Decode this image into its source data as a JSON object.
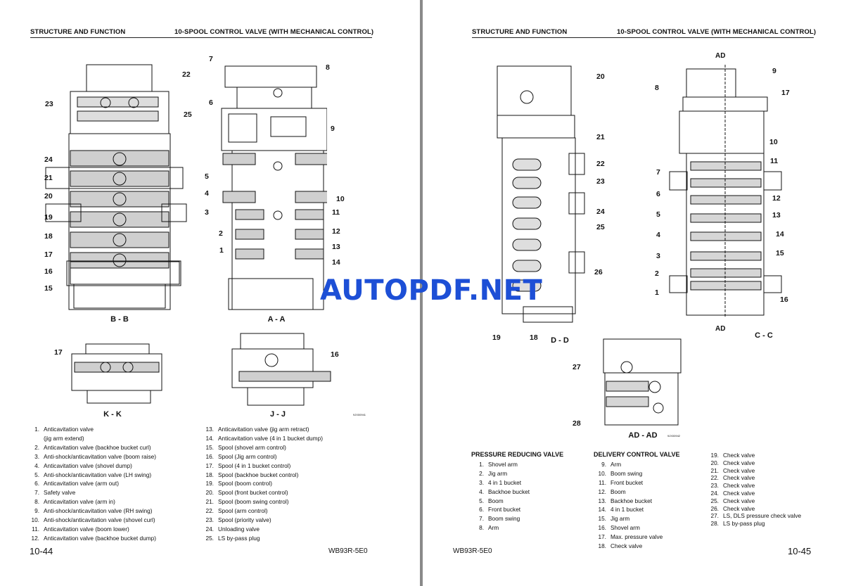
{
  "left_page": {
    "header_left": "STRUCTURE AND FUNCTION",
    "header_right": "10-SPOOL CONTROL VALVE (WITH MECHANICAL CONTROL)",
    "page_number": "10-44",
    "model": "WB93R-5E0",
    "section_labels": {
      "bb": "B - B",
      "aa": "A - A",
      "kk": "K - K",
      "jj": "J - J"
    },
    "callouts_bb": [
      "22",
      "23",
      "25",
      "24",
      "21",
      "20",
      "19",
      "18",
      "17",
      "16",
      "15"
    ],
    "callouts_aa": [
      "7",
      "8",
      "6",
      "9",
      "5",
      "4",
      "3",
      "10",
      "11",
      "2",
      "12",
      "1",
      "13",
      "14"
    ],
    "callouts_kk": [
      "17"
    ],
    "callouts_jj": [
      "16"
    ],
    "fig_code": "9JX00941",
    "legend_col1": [
      {
        "n": "1.",
        "t": "Anticavitation valve"
      },
      {
        "n": "",
        "t": "(jig arm extend)"
      },
      {
        "n": "2.",
        "t": "Anticavitation valve (backhoe bucket curl)"
      },
      {
        "n": "3.",
        "t": "Anti-shock/anticavitation valve (boom raise)"
      },
      {
        "n": "4.",
        "t": "Anticavitation valve (shovel dump)"
      },
      {
        "n": "5.",
        "t": "Anti-shock/anticavitation valve (LH swing)"
      },
      {
        "n": "6.",
        "t": "Anticavitation valve (arm out)"
      },
      {
        "n": "7.",
        "t": "Safety valve"
      },
      {
        "n": "8.",
        "t": "Anticavitation valve (arm in)"
      },
      {
        "n": "9.",
        "t": "Anti-shock/anticavitation valve (RH swing)"
      },
      {
        "n": "10.",
        "t": "Anti-shock/anticavitation valve (shovel curl)"
      },
      {
        "n": "11.",
        "t": "Anticavitation valve (boom lower)"
      },
      {
        "n": "12.",
        "t": "Anticavitation valve (backhoe bucket dump)"
      }
    ],
    "legend_col2": [
      {
        "n": "13.",
        "t": "Anticavitation valve (jig arm retract)"
      },
      {
        "n": "14.",
        "t": "Anticavitation valve (4 in 1 bucket dump)"
      },
      {
        "n": "15.",
        "t": "Spool (shovel arm control)"
      },
      {
        "n": "16.",
        "t": "Spool (Jig arm control)"
      },
      {
        "n": "17.",
        "t": "Spool (4 in 1 bucket control)"
      },
      {
        "n": "18.",
        "t": "Spool (backhoe bucket control)"
      },
      {
        "n": "19.",
        "t": "Spool (boom control)"
      },
      {
        "n": "20.",
        "t": "Spool (front bucket control)"
      },
      {
        "n": "21.",
        "t": "Spool (boom swing control)"
      },
      {
        "n": "22.",
        "t": "Spool (arm control)"
      },
      {
        "n": "23.",
        "t": "Spool (priority valve)"
      },
      {
        "n": "24.",
        "t": "Unloading valve"
      },
      {
        "n": "25.",
        "t": "LS by-pass plug"
      }
    ]
  },
  "right_page": {
    "header_left": "STRUCTURE AND FUNCTION",
    "header_right": "10-SPOOL CONTROL VALVE (WITH MECHANICAL CONTROL)",
    "page_number": "10-45",
    "model": "WB93R-5E0",
    "section_labels": {
      "dd": "D - D",
      "cc": "C - C",
      "adad": "AD - AD",
      "ad_top": "AD",
      "ad_bottom": "AD"
    },
    "callouts_dd": [
      "20",
      "21",
      "22",
      "23",
      "24",
      "25",
      "26",
      "19",
      "18"
    ],
    "callouts_cc": [
      "9",
      "8",
      "17",
      "10",
      "11",
      "7",
      "6",
      "12",
      "5",
      "13",
      "4",
      "14",
      "3",
      "15",
      "2",
      "1",
      "16"
    ],
    "callouts_adad": [
      "27",
      "28"
    ],
    "fig_code": "9JX00942",
    "prv_title": "PRESSURE REDUCING VALVE",
    "prv_items": [
      {
        "n": "1.",
        "t": "Shovel arm"
      },
      {
        "n": "2.",
        "t": "Jig arm"
      },
      {
        "n": "3.",
        "t": "4 in 1 bucket"
      },
      {
        "n": "4.",
        "t": "Backhoe bucket"
      },
      {
        "n": "5.",
        "t": "Boom"
      },
      {
        "n": "6.",
        "t": "Front bucket"
      },
      {
        "n": "7.",
        "t": "Boom swing"
      },
      {
        "n": "8.",
        "t": "Arm"
      }
    ],
    "dcv_title": "DELIVERY CONTROL VALVE",
    "dcv_items": [
      {
        "n": "9.",
        "t": "Arm"
      },
      {
        "n": "10.",
        "t": "Boom swing"
      },
      {
        "n": "11.",
        "t": "Front bucket"
      },
      {
        "n": "12.",
        "t": "Boom"
      },
      {
        "n": "13.",
        "t": "Backhoe bucket"
      },
      {
        "n": "14.",
        "t": "4 in 1 bucket"
      },
      {
        "n": "15.",
        "t": "Jig arm"
      },
      {
        "n": "16.",
        "t": "Shovel arm"
      },
      {
        "n": "17.",
        "t": "Max. pressure valve"
      },
      {
        "n": "18.",
        "t": "Check valve"
      }
    ],
    "check_items": [
      {
        "n": "19.",
        "t": "Check valve"
      },
      {
        "n": "20.",
        "t": "Check valve"
      },
      {
        "n": "21.",
        "t": "Check valve"
      },
      {
        "n": "22.",
        "t": "Check valve"
      },
      {
        "n": "23.",
        "t": "Check valve"
      },
      {
        "n": "24.",
        "t": "Check valve"
      },
      {
        "n": "25.",
        "t": "Check valve"
      },
      {
        "n": "26.",
        "t": "Check valve"
      },
      {
        "n": "27.",
        "t": "LS, DLS pressure check valve"
      },
      {
        "n": "28.",
        "t": "LS by-pass plug"
      }
    ]
  },
  "watermark": "AUTOPDF.NET",
  "icons": {
    "cursor": "mouse-pointer-icon"
  },
  "colors": {
    "background": "#8a8a8a",
    "page": "#ffffff",
    "watermark": "#1d4fd6",
    "ink": "#111111"
  }
}
